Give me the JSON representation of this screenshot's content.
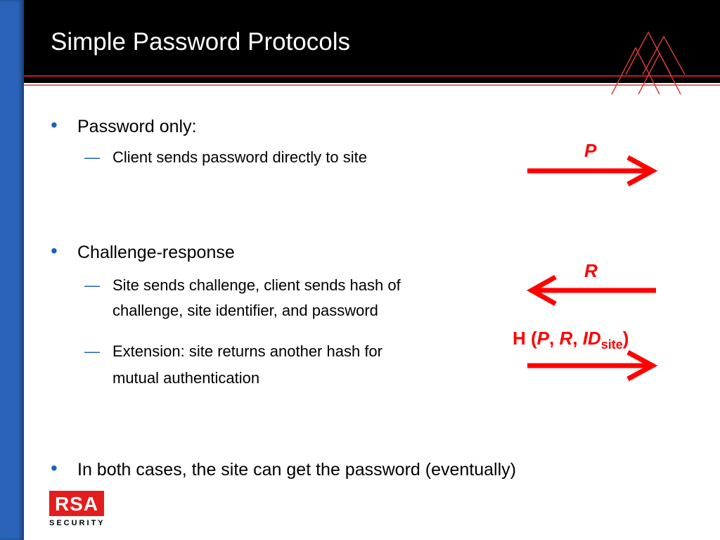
{
  "slide": {
    "title": "Simple Password Protocols",
    "bullets": [
      {
        "text": "Password only:",
        "subs": [
          "Client sends password directly to site"
        ]
      },
      {
        "text": "Challenge-response",
        "subs": [
          [
            "Site sends challenge, client sends hash of",
            "challenge, site identifier, and password"
          ],
          [
            "Extension: site returns another hash for",
            "mutual authentication"
          ]
        ]
      },
      {
        "text": "In both cases, the site can get the password (eventually)",
        "subs": []
      }
    ],
    "bullet_glyph": "•",
    "dash_glyph": "—"
  },
  "diagram": {
    "p_label": "P",
    "r_label": "R",
    "hash_label": {
      "prefix": "H (",
      "p": "P",
      "comma1": ", ",
      "r": "R",
      "comma2": ", ",
      "id": "ID",
      "id_sub": "site",
      "suffix": ")"
    },
    "arrow_color": "#ff0000"
  },
  "logo": {
    "brand": "RSA",
    "subtitle": "SECURITY",
    "brand_color": "#e31d1d"
  },
  "colors": {
    "sidebar": "#2a63b8",
    "header": "#000000",
    "accent_red": "#e31d1d",
    "bullet_blue": "#1f5fc0"
  }
}
